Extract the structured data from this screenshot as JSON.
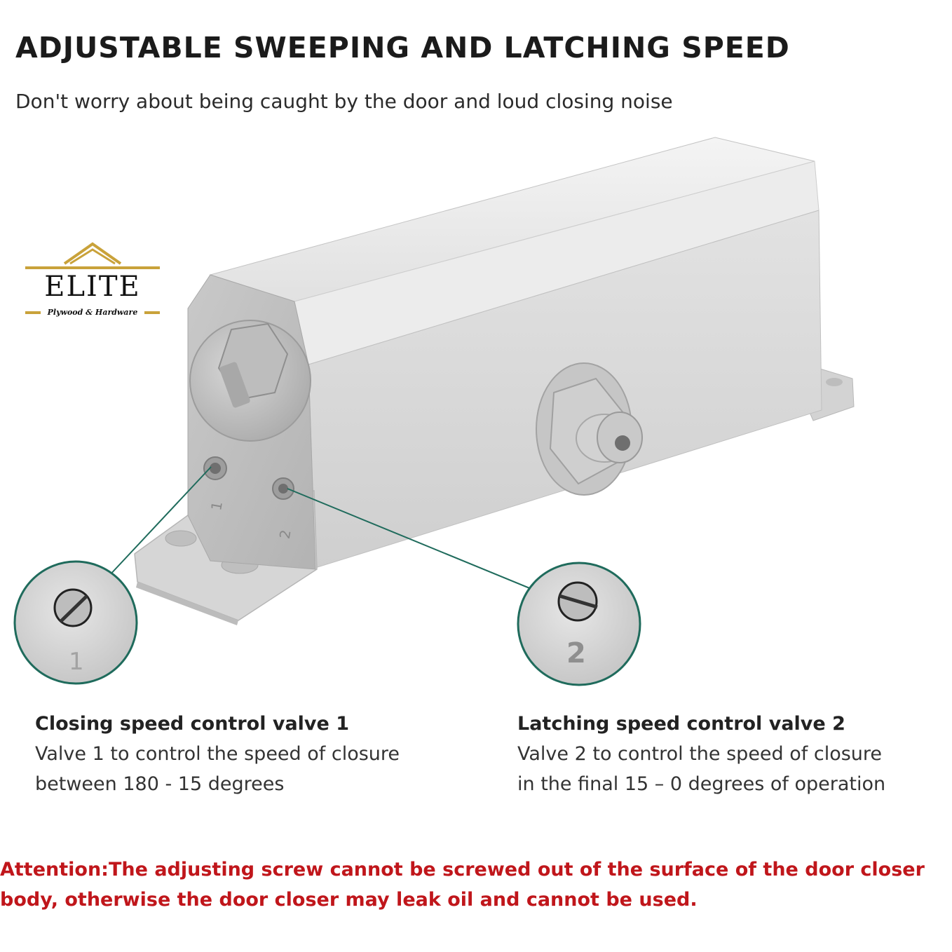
{
  "header": {
    "title": "ADJUSTABLE SWEEPING AND LATCHING SPEED",
    "subtitle": "Don't worry about being caught by the door and loud closing noise"
  },
  "logo": {
    "wordmark": "ELITE",
    "tagline": "Plywood & Hardware",
    "accent_color": "#c9a23a"
  },
  "valves": [
    {
      "number": "1",
      "title": "Closing speed control valve 1",
      "line1": "Valve 1 to control the speed of closure",
      "line2": "between 180 - 15 degrees"
    },
    {
      "number": "2",
      "title": "Latching speed control valve 2",
      "line1": "Valve 2 to control the speed of closure",
      "line2": "in the final 15 – 0 degrees of operation"
    }
  ],
  "attention": {
    "line1": "Attention:The adjusting screw cannot be screwed out of the surface of the door closer",
    "line2": "body, otherwise the door closer may leak oil and cannot be used.",
    "color": "#c0161b"
  },
  "colors": {
    "callout_line": "#1f6b5c",
    "body_metal": "#d9d9d9"
  }
}
